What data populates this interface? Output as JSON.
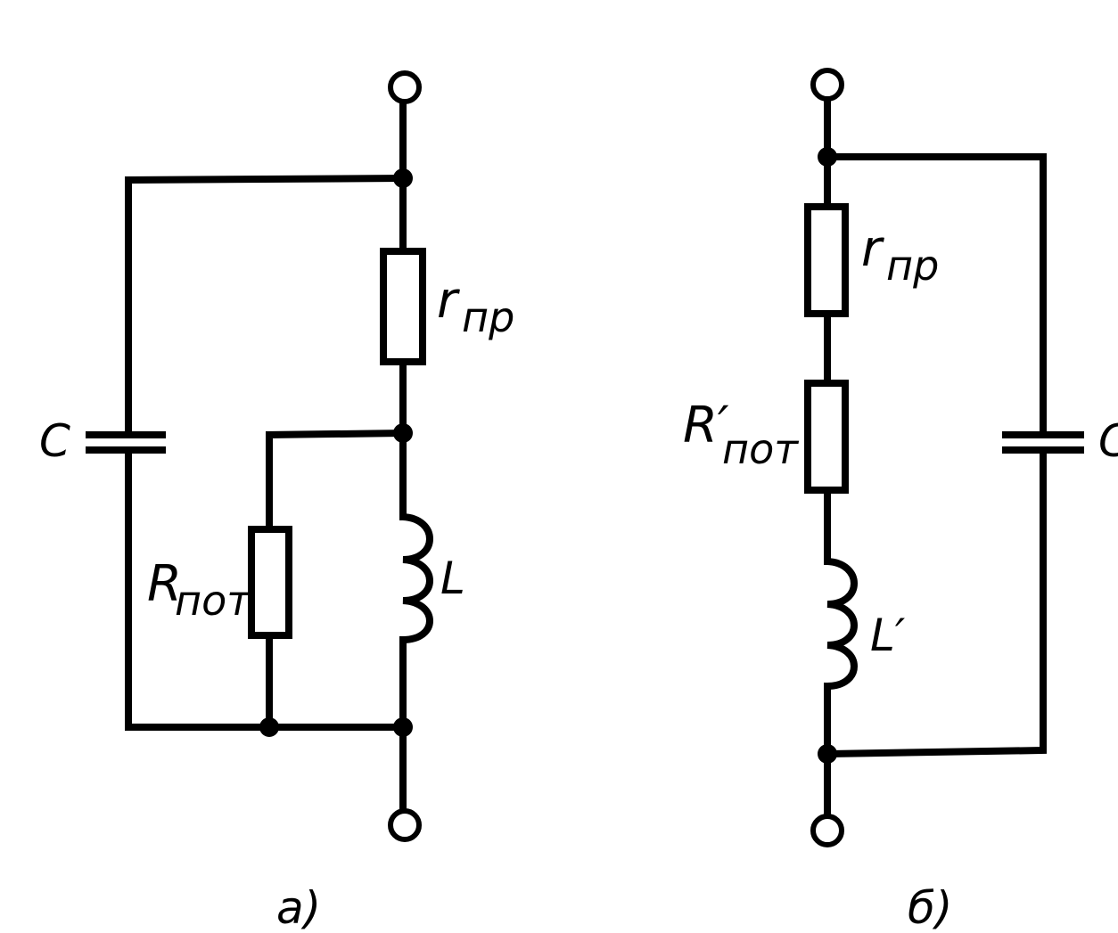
{
  "circuit_a": {
    "label_C": "C",
    "label_r": "r",
    "label_r_sub": "пр",
    "label_R": "R",
    "label_R_sub": "пот",
    "label_L": "L",
    "caption": "а)"
  },
  "circuit_b": {
    "label_r": "r",
    "label_r_sub": "пр",
    "label_R": "R′",
    "label_R_sub": "пот",
    "label_L": "L′",
    "label_C": "C",
    "caption": "б)"
  }
}
